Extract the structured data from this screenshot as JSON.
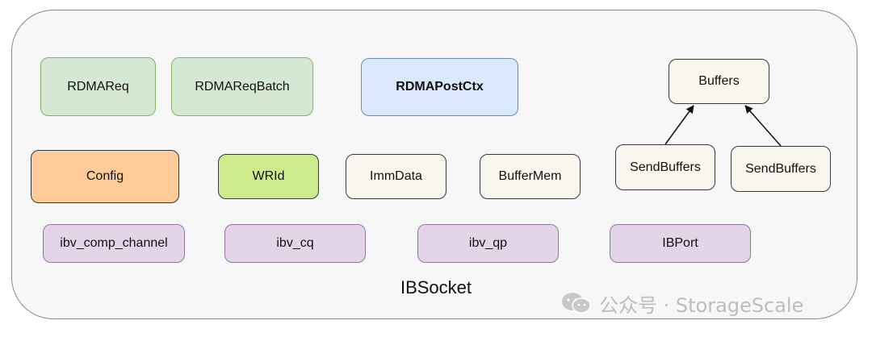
{
  "nodes": {
    "rdmareq": "RDMAReq",
    "rdmareqbatch": "RDMAReqBatch",
    "rdmapostctx": "RDMAPostCtx",
    "buffers": "Buffers",
    "config": "Config",
    "wrid": "WRId",
    "immdata": "ImmData",
    "buffermem": "BufferMem",
    "sendbuffers_1": "SendBuffers",
    "sendbuffers_2": "SendBuffers",
    "ibv_comp_channel": "ibv_comp_channel",
    "ibv_cq": "ibv_cq",
    "ibv_qp": "ibv_qp",
    "ibport": "IBPort"
  },
  "container_label": "IBSocket",
  "watermark": {
    "text": "公众号 · StorageScale",
    "icon": "wechat-icon"
  }
}
